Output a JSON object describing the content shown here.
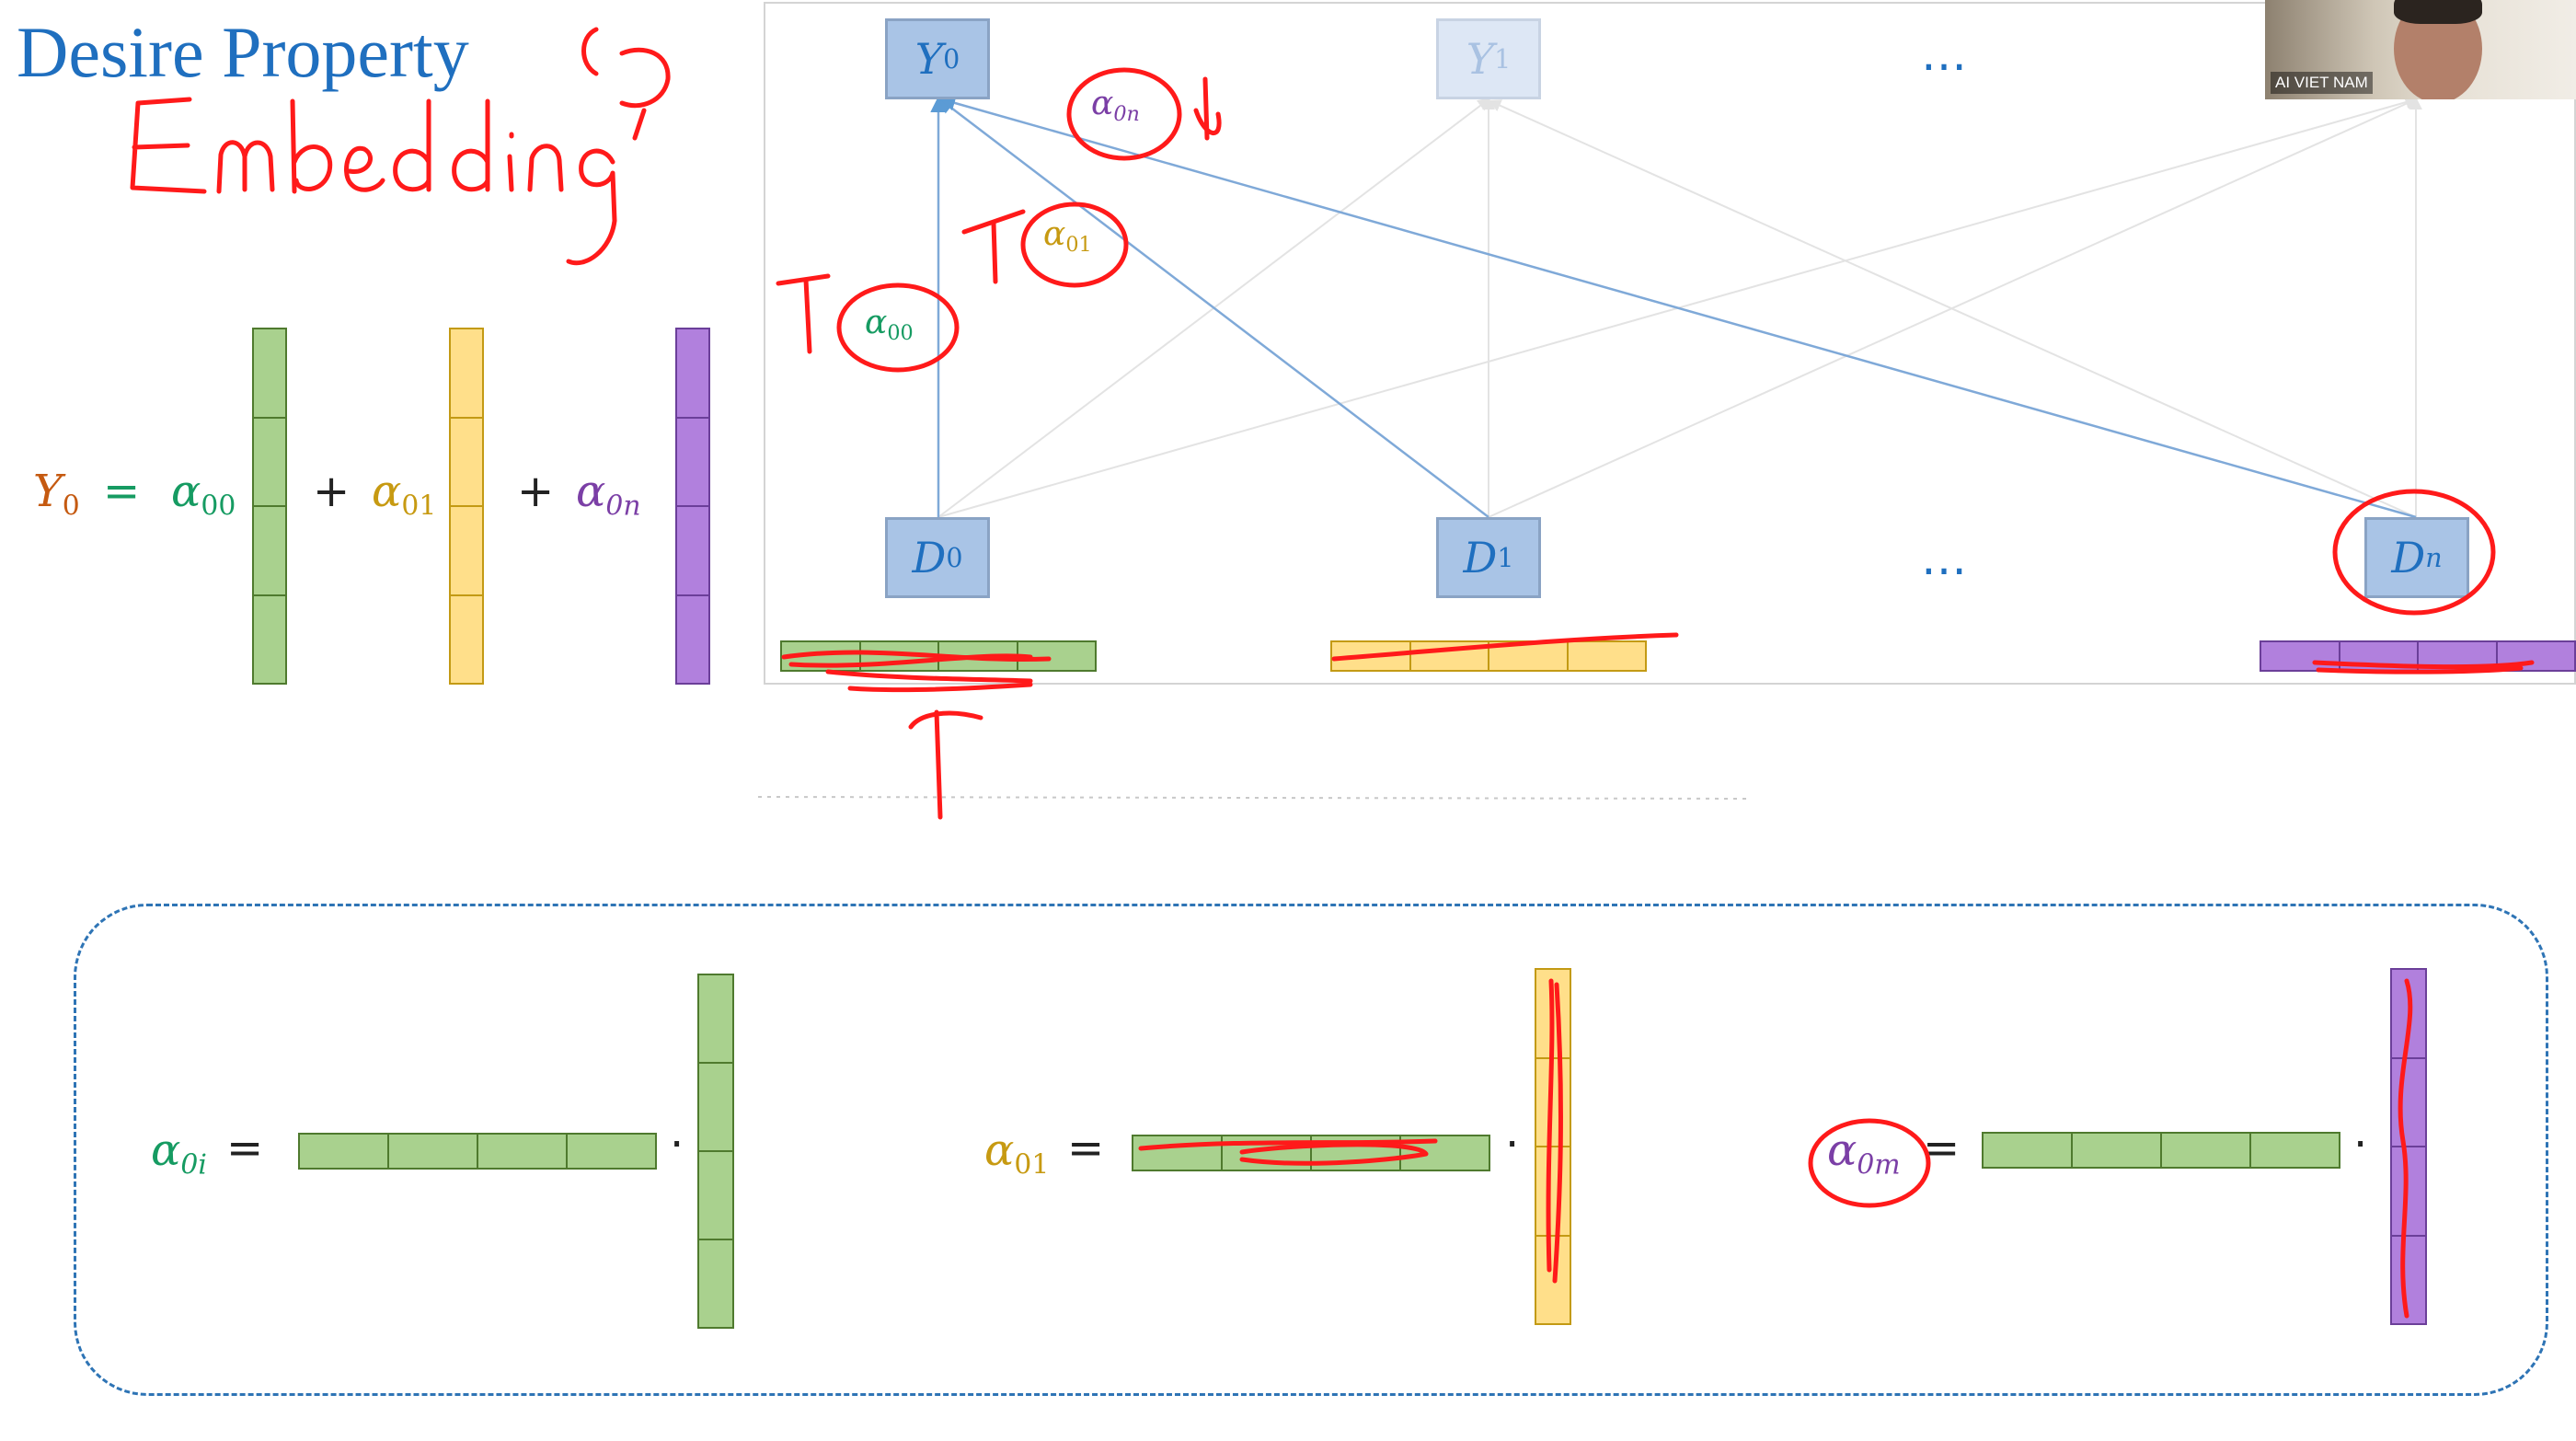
{
  "title": "Desire Property",
  "handwritten_note": "Embedding",
  "formula": {
    "lhs": "Y",
    "lhs_sub": "0",
    "equals": "=",
    "term1": "α",
    "term1_sub": "00",
    "plus1": "+",
    "term2": "α",
    "term2_sub": "01",
    "plus2": "+",
    "term3": "α",
    "term3_sub": "0n"
  },
  "graph": {
    "outputs": [
      {
        "base": "Y",
        "sub": "0"
      },
      {
        "base": "Y",
        "sub": "1"
      }
    ],
    "inputs": [
      {
        "base": "D",
        "sub": "0"
      },
      {
        "base": "D",
        "sub": "1"
      },
      {
        "base": "D",
        "sub": "n"
      }
    ],
    "ellipsis": "…",
    "weight_labels": [
      {
        "base": "α",
        "sub": "0n"
      },
      {
        "base": "α",
        "sub": "01"
      },
      {
        "base": "α",
        "sub": "00"
      }
    ]
  },
  "bottom": {
    "eq1": {
      "base": "α",
      "sub": "0i",
      "op": "="
    },
    "eq2": {
      "base": "α",
      "sub": "01",
      "op": "="
    },
    "eq3": {
      "base": "α",
      "sub": "0m",
      "op": "="
    },
    "dot": "·"
  },
  "webcam": {
    "label": "AI VIET NAM"
  },
  "colors": {
    "title": "#1f6fbf",
    "green": "#a9d18e",
    "yellow": "#ffdf8a",
    "purple": "#b180dd",
    "node": "#a9c4e6",
    "annotation": "#ff1a1a",
    "dashed_border": "#2e74b5"
  }
}
